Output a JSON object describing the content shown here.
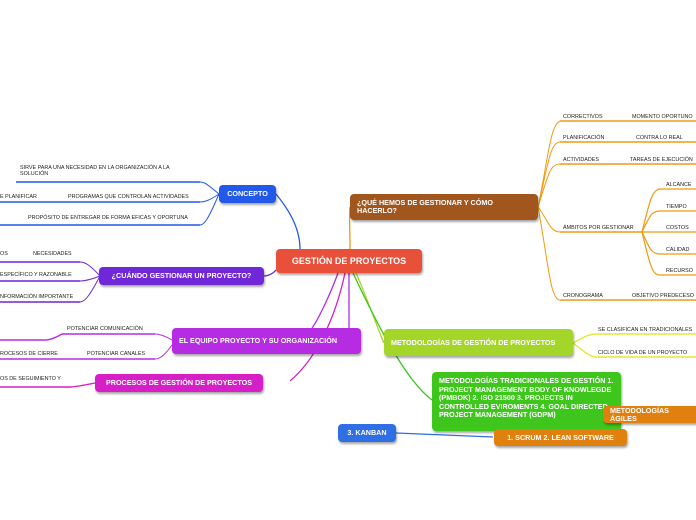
{
  "colors": {
    "center": "#e8503a",
    "blue": "#2359e8",
    "purple": "#6f27d8",
    "violet": "#b62ce3",
    "magenta": "#d61fc7",
    "brown": "#a0561c",
    "orange": "#f09a10",
    "lime": "#a4d62a",
    "green": "#3ec61d",
    "kanban": "#2f6fe3",
    "yellow": "#e6e63a"
  },
  "central": {
    "title": "GESTIÓN DE PROYECTOS"
  },
  "concepto": {
    "title": "CONCEPTO",
    "items": [
      "SIRVE PARA UNA NECESIDAD EN LA ORGANIZACIÓN A LA SOLUCIÓN",
      "PROGRAMAS QUE CONTROLAN ACTIVIDADES",
      "PROPÓSITO DE ENTREGAR DE FORMA EFICAS Y OPORTUNA"
    ],
    "sub": "E PLANIFICAR"
  },
  "cuando": {
    "title": "¿CUÁNDO GESTIONAR UN PROYECTO?",
    "items": [
      "NECESIDADES",
      "ESPECÍFICO Y RAZONABLE",
      "NFORMACIÓN IMPORTANTE"
    ],
    "sub": "OS"
  },
  "equipo": {
    "title": "EL EQUIPO PROYECTO Y SU ORGANIZACIÓN",
    "items": [
      "POTENCIAR COMUNICACIÓN",
      "POTENCIAR CANALES"
    ],
    "sub": "ROCESOS DE CIERRE"
  },
  "procesos": {
    "title": "PROCESOS DE GESTIÓN DE PROYECTOS",
    "items": [
      "OS DE SEGUIMIENTO Y"
    ]
  },
  "que": {
    "title": "¿QUÉ HEMOS DE GESTIONAR Y CÓMO HACERLO?",
    "items": [
      {
        "label": "CORRECTIVOS",
        "child": "MOMENTO OPORTUNO"
      },
      {
        "label": "PLANIFICACIÓN",
        "child": "CONTRA LO REAL"
      },
      {
        "label": "ACTIVIDADES",
        "child": "TAREAS  DE EJECUCIÓN"
      },
      {
        "label": "ÁMBITOS POR GESTIONAR",
        "children": [
          "ALCANCE",
          "TIEMPO",
          "COSTOS",
          "CALIDAD",
          "RECURSO"
        ]
      },
      {
        "label": "CRONOGRAMA",
        "child": "OBJETIVO PREDECESO"
      }
    ]
  },
  "metodologias": {
    "title": "METODOLOGÍAS DE GESTIÓN DE PROYECTOS",
    "items": [
      "SE CLASIFICAN EN TRADICIONALES",
      "CICLO DE VIDA DE UN PROYECTO"
    ]
  },
  "tradicionales": {
    "title": "METODOLOGÍAS TRADICIONALES DE GESTIÓN  1. PROJECT MANAGEMENT BODY OF KNOWLEGDE (PMBOK)  2. ISO 21500  3. PROJECTS IN CONTROLLED EVIROMENTS 4. GOAL DIRECTED PROJECT MANAGEMENT (GDPM)"
  },
  "agiles": {
    "title": "METODOLOGÍAS ÁGILES"
  },
  "scrum": {
    "title": "1. SCRUM  2. LEAN SOFTWARE"
  },
  "kanban": {
    "title": "3. KANBAN"
  }
}
